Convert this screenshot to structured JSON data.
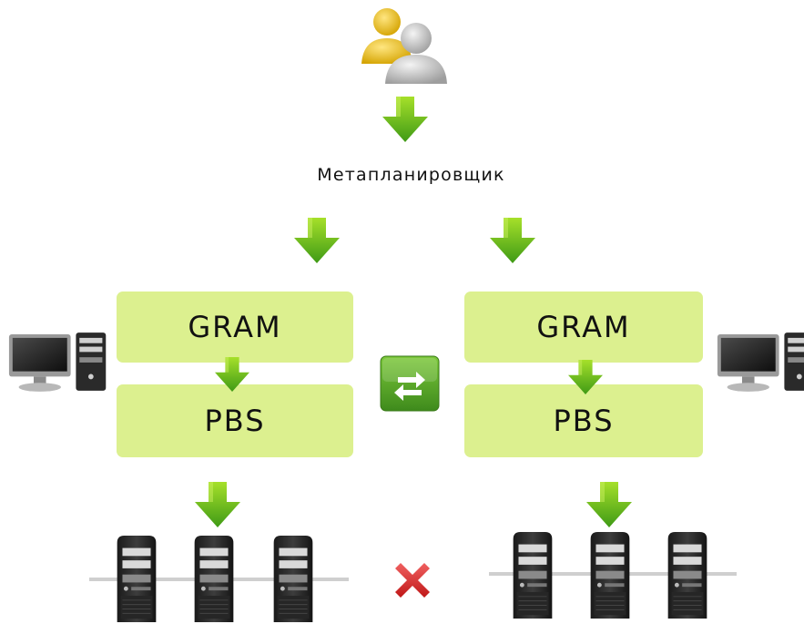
{
  "diagram": {
    "metascheduler_label": "Метапланировщик",
    "left_cluster": {
      "gram_label": "GRAM",
      "pbs_label": "PBS"
    },
    "right_cluster": {
      "gram_label": "GRAM",
      "pbs_label": "PBS"
    }
  },
  "colors": {
    "box_fill": "#dcf08f",
    "arrow_green_light": "#96d81e",
    "arrow_green_dark": "#3f9a16",
    "exchange_button": "#5aa52a",
    "cross_red": "#d8262a"
  },
  "icons": [
    "users-icon",
    "arrow-down-icon",
    "desktop-computer-icon",
    "exchange-icon",
    "server-icon",
    "cross-icon"
  ]
}
